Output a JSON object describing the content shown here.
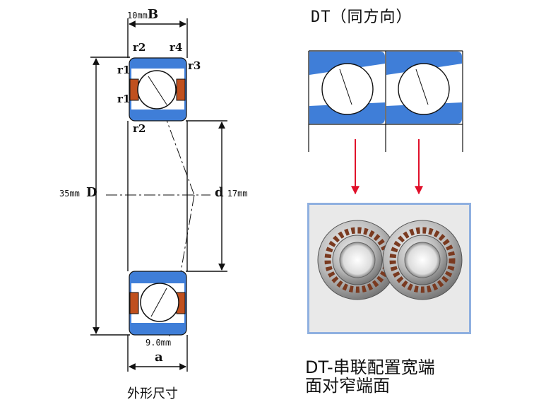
{
  "left_drawing": {
    "width_label": {
      "dim": "10mm",
      "sym": "B"
    },
    "outer_label": {
      "dim": "35mm",
      "sym": "D"
    },
    "bore_label": {
      "sym": "d",
      "dim": "17mm"
    },
    "offset_label": {
      "dim": "9.0mm",
      "sym": "a"
    },
    "radius_labels": [
      "r2",
      "r4",
      "r3",
      "r1",
      "r1",
      "r2"
    ],
    "caption": "外形尺寸"
  },
  "right_drawing": {
    "title": "DT（同方向）",
    "caption_line1": "DT-串联配置宽端",
    "caption_line2": "面对窄端面"
  },
  "colors": {
    "ring_blue": "#3f7ed8",
    "cage_orange": "#c0501e",
    "arrow_red": "#e0102a",
    "frame_blue": "#8fb0e0"
  }
}
